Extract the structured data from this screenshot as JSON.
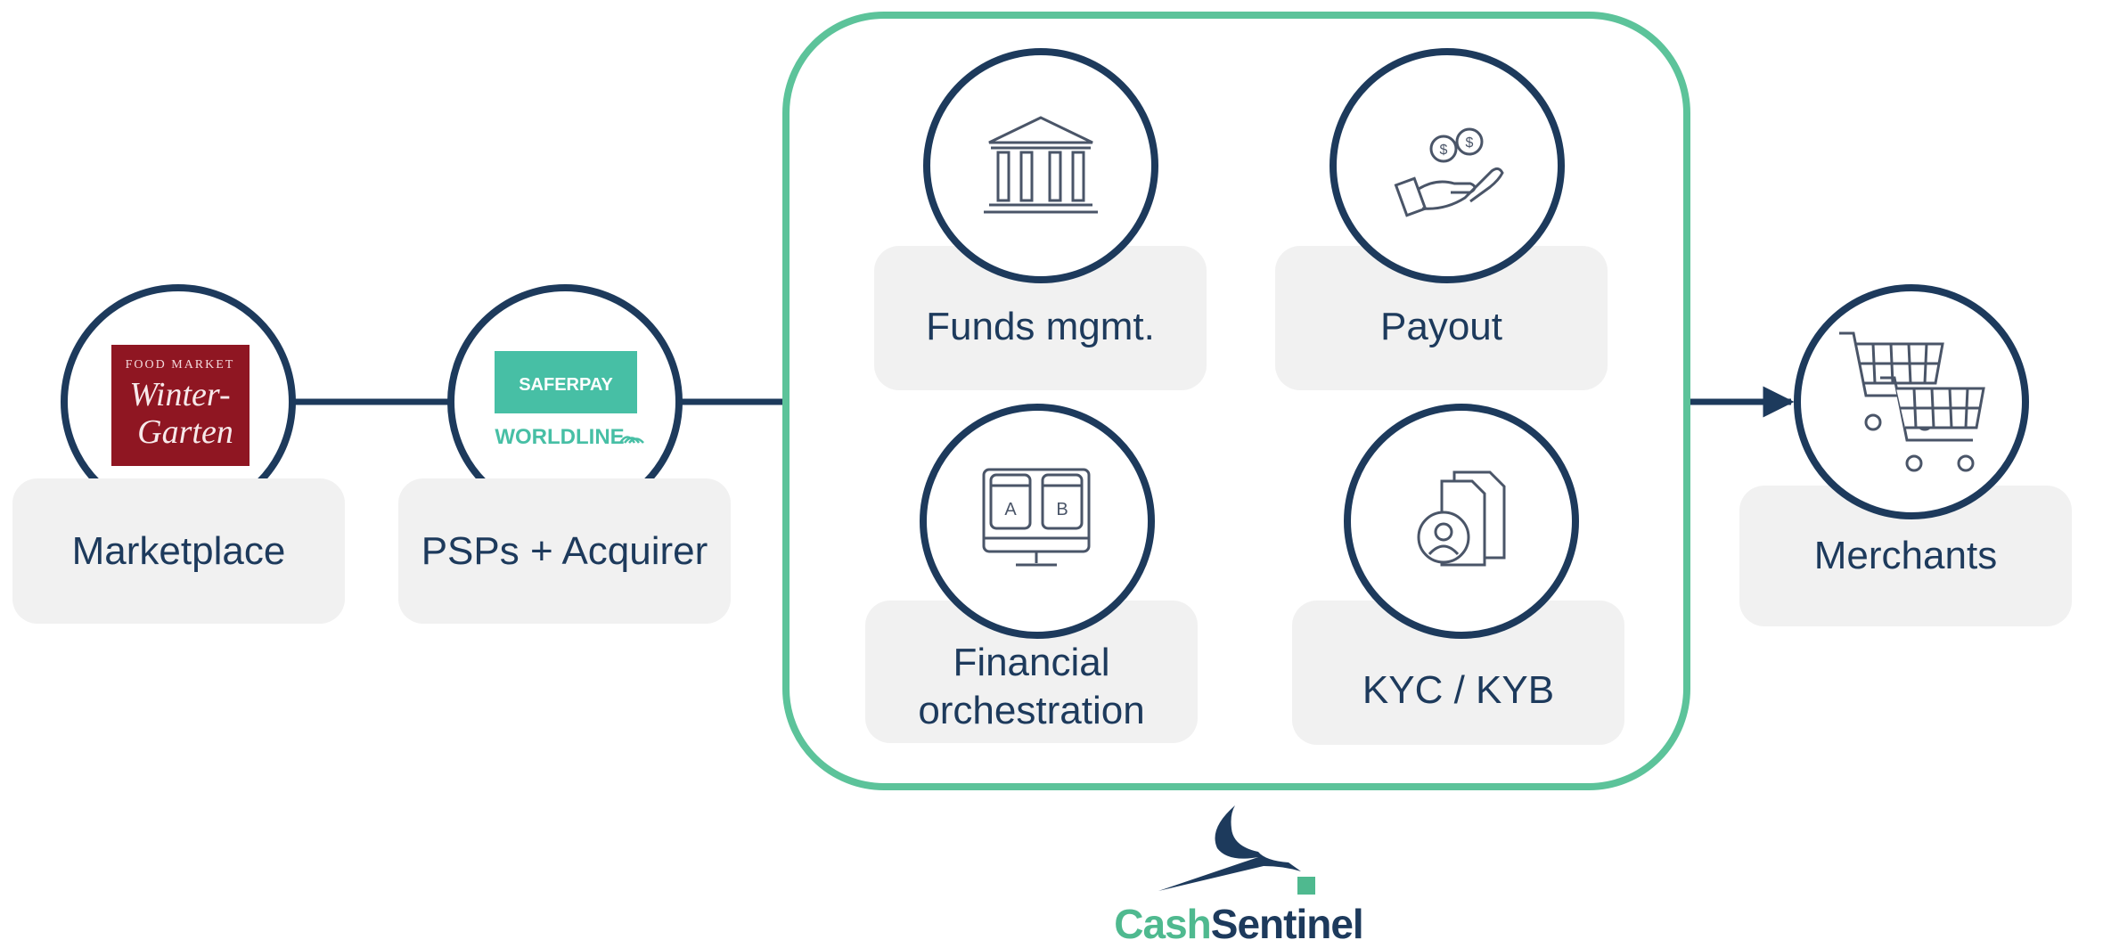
{
  "colors": {
    "navy": "#1d3a5c",
    "teal": "#4fbf9c",
    "box": "#f1f1f1",
    "wintergarten_red": "#8f1622",
    "saferpay_teal": "#47bfa5"
  },
  "nodes": {
    "marketplace": {
      "label": "Marketplace",
      "icon": "wintergarten-logo"
    },
    "psps": {
      "label": "PSPs + Acquirer",
      "icon": "saferpay-worldline-logo"
    },
    "funds": {
      "label": "Funds mgmt.",
      "icon": "bank-icon"
    },
    "payout": {
      "label": "Payout",
      "icon": "hand-coins-icon"
    },
    "orchestration": {
      "label": "Financial\norchestration",
      "icon": "ab-test-monitor-icon"
    },
    "kyc": {
      "label": "KYC / KYB",
      "icon": "documents-person-icon"
    },
    "merchants": {
      "label": "Merchants",
      "icon": "shopping-carts-icon"
    }
  },
  "logos": {
    "saferpay": "SAFERPAY",
    "worldline": "WORLDLINE",
    "wintergarten": "Winter-Garten",
    "wintergarten_arc": "FOOD MARKET"
  },
  "brand": {
    "cash": "Cash",
    "sentinel": "Sentinel"
  }
}
